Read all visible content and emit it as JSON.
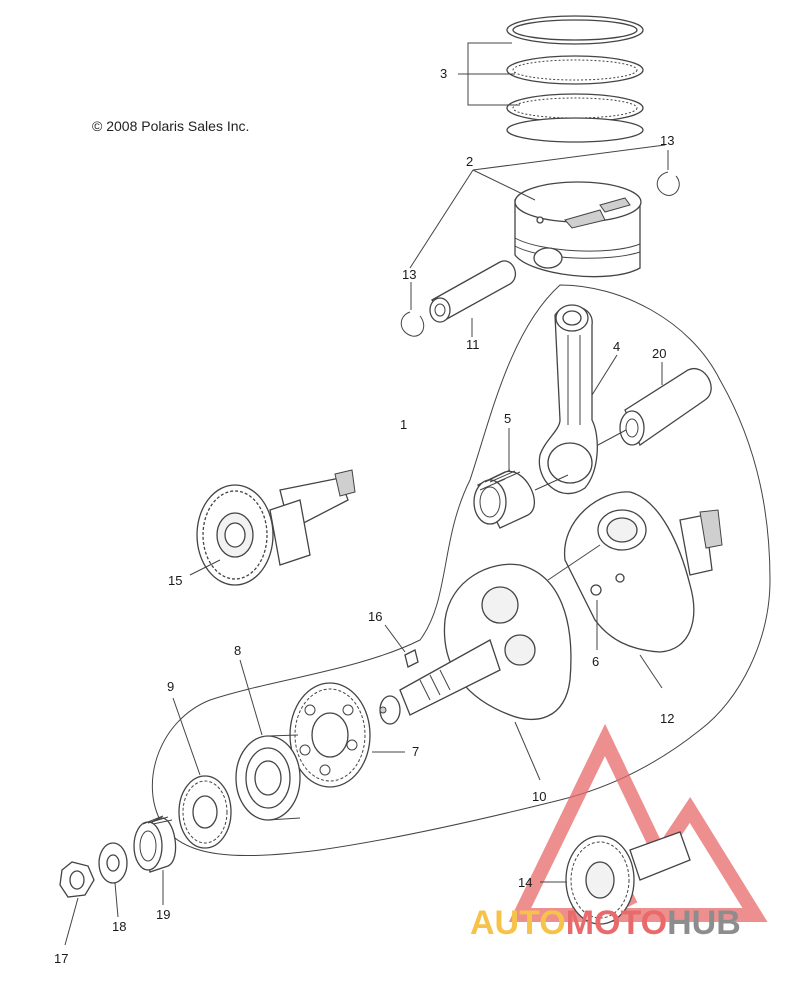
{
  "copyright": "© 2008 Polaris Sales Inc.",
  "callouts": [
    {
      "id": "c1",
      "text": "1"
    },
    {
      "id": "c2",
      "text": "2"
    },
    {
      "id": "c3",
      "text": "3"
    },
    {
      "id": "c4",
      "text": "4"
    },
    {
      "id": "c5",
      "text": "5"
    },
    {
      "id": "c6",
      "text": "6"
    },
    {
      "id": "c7",
      "text": "7"
    },
    {
      "id": "c8",
      "text": "8"
    },
    {
      "id": "c9",
      "text": "9"
    },
    {
      "id": "c10",
      "text": "10"
    },
    {
      "id": "c11",
      "text": "11"
    },
    {
      "id": "c12",
      "text": "12"
    },
    {
      "id": "c13a",
      "text": "13"
    },
    {
      "id": "c13b",
      "text": "13"
    },
    {
      "id": "c14",
      "text": "14"
    },
    {
      "id": "c15",
      "text": "15"
    },
    {
      "id": "c16",
      "text": "16"
    },
    {
      "id": "c17",
      "text": "17"
    },
    {
      "id": "c18",
      "text": "18"
    },
    {
      "id": "c19",
      "text": "19"
    },
    {
      "id": "c20",
      "text": "20"
    }
  ],
  "watermark": {
    "part1": "AUTO",
    "part2": "MOTO",
    "part3": "HUB"
  },
  "colors": {
    "line": "#444444",
    "watermark_red": "#e86a6a",
    "watermark_yellow": "#f6c24a",
    "watermark_gray": "#8d8d8d"
  }
}
